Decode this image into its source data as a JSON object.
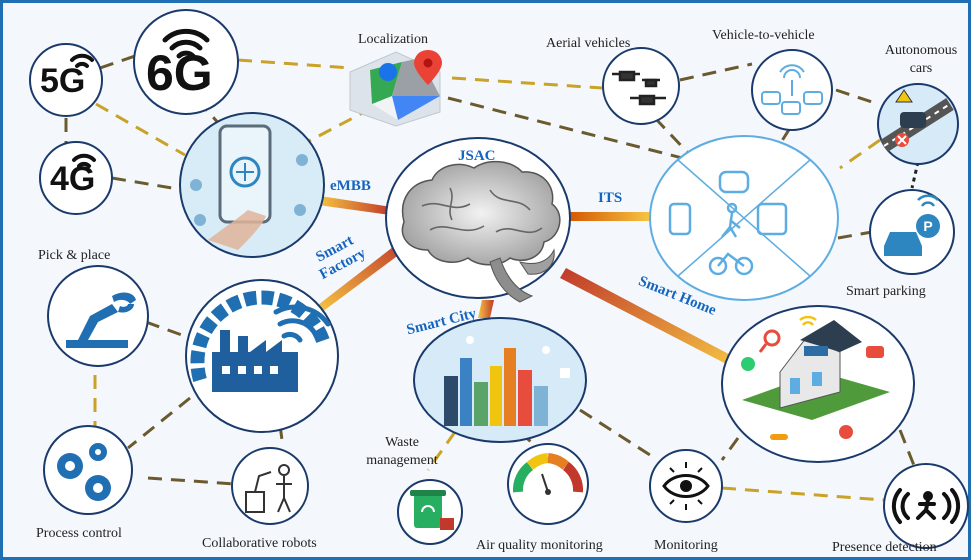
{
  "center": {
    "label": "JSAC"
  },
  "branches": {
    "embb": "eMBB",
    "its": "ITS",
    "smart_factory_line1": "Smart",
    "smart_factory_line2": "Factory",
    "smart_city": "Smart City",
    "smart_home": "Smart Home"
  },
  "network_icons": {
    "g5": "5G",
    "g6": "6G",
    "g4": "4G"
  },
  "labels": {
    "localization": "Localization",
    "aerial_vehicles": "Aerial vehicles",
    "vehicle_to_vehicle": "Vehicle-to-vehicle",
    "autonomous_cars_line1": "Autonomous",
    "autonomous_cars_line2": "cars",
    "pick_and_place": "Pick & place",
    "smart_parking": "Smart parking",
    "waste_management_line1": "Waste",
    "waste_management_line2": "management",
    "process_control": "Process control",
    "collaborative_robots": "Collaborative robots",
    "air_quality_monitoring": "Air quality monitoring",
    "monitoring": "Monitoring",
    "presence_detection": "Presence detection"
  },
  "colors": {
    "frame": "#1f6fb2",
    "branch_text": "#1565c0",
    "node_border": "#1a3a6b",
    "dash": "#c9a227",
    "dash_dark": "#6b5a2e",
    "gradient_start": "#f2c230",
    "gradient_end": "#c0392b"
  }
}
